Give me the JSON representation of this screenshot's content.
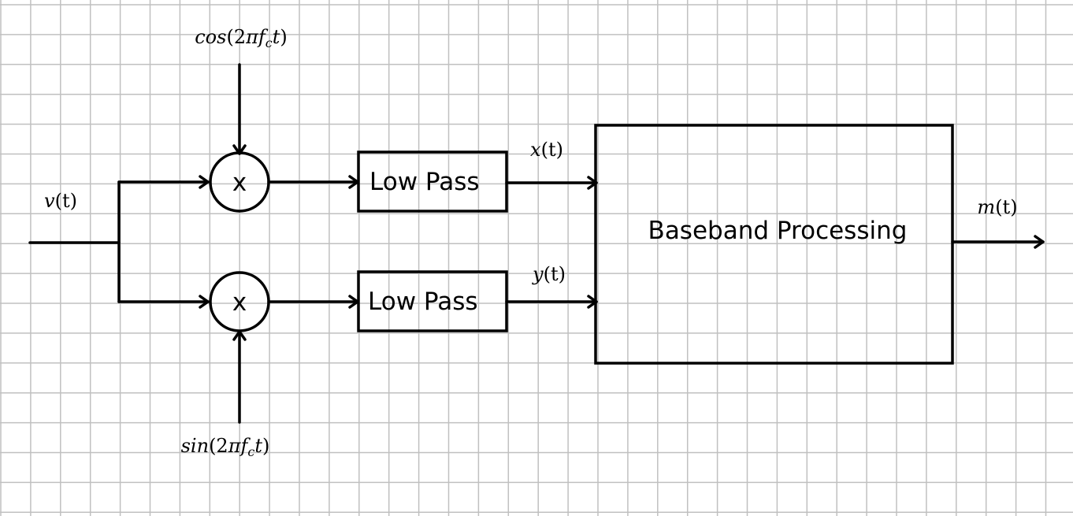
{
  "diagram": {
    "labels": {
      "carrier_cos": {
        "func": "cos",
        "open": "(2",
        "pi": "π",
        "f": "f",
        "sub": "c",
        "t": "t",
        "close": ")"
      },
      "carrier_sin": {
        "func": "sin",
        "open": "(2",
        "pi": "π",
        "f": "f",
        "sub": "c",
        "t": "t",
        "close": ")"
      },
      "input": {
        "name": "v",
        "arg": "(t)"
      },
      "upper_lpf_output": {
        "name": "x",
        "arg": "(t)"
      },
      "lower_lpf_output": {
        "name": "y",
        "arg": "(t)"
      },
      "output": {
        "name": "m",
        "arg": "(t)"
      }
    },
    "blocks": {
      "mixer_top": "x",
      "mixer_bottom": "x",
      "low_pass_top": "Low Pass",
      "low_pass_bottom": "Low Pass",
      "baseband": "Baseband Processing"
    },
    "colors": {
      "grid": "#c0c0c0",
      "ink": "#000000",
      "background": "#ffffff"
    }
  }
}
